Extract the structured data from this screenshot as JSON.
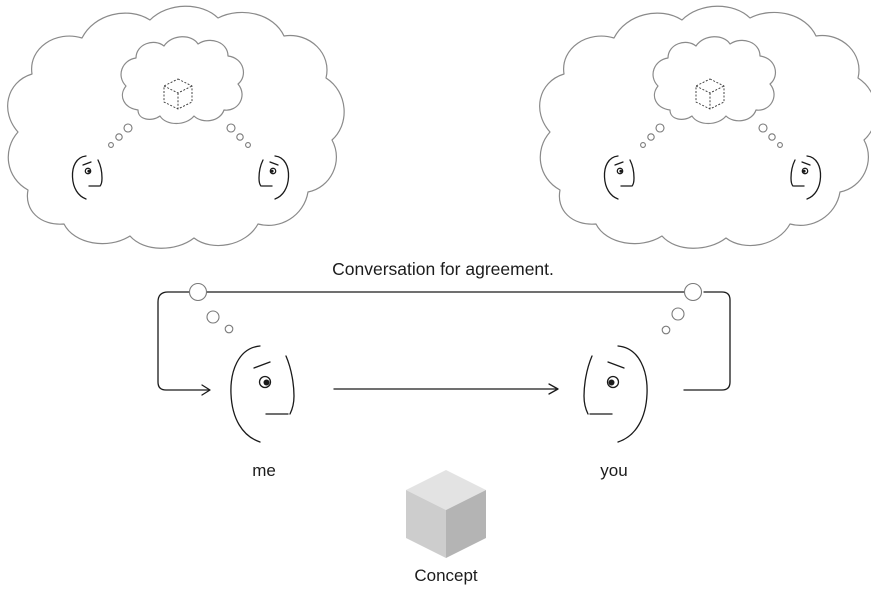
{
  "diagram": {
    "title": "Conversation for agreement.",
    "people": [
      {
        "label": "me"
      },
      {
        "label": "you"
      }
    ],
    "concept_label": "Concept",
    "colors": {
      "ink": "#1a1a1a",
      "cloud_outline": "#8a8a8a",
      "cube_top": "#e3e3e3",
      "cube_left": "#cdcdcd",
      "cube_right": "#b4b4b4"
    },
    "icons": [
      "thought-cloud",
      "head-profile",
      "wireframe-cube",
      "solid-cube",
      "arrow"
    ]
  }
}
